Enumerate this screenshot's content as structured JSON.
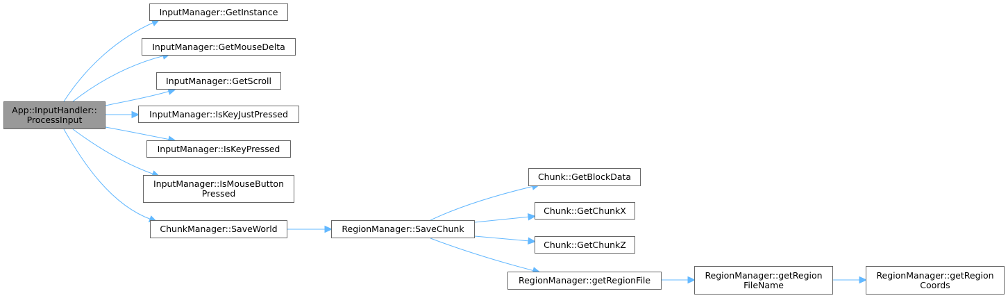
{
  "diagram": {
    "type": "call-graph",
    "edge_color": "#63b8ff",
    "root_fill": "#999999",
    "nodes": [
      {
        "id": "root",
        "label": "App::InputHandler::\nProcessInput"
      },
      {
        "id": "n1",
        "label": "InputManager::GetInstance"
      },
      {
        "id": "n2",
        "label": "InputManager::GetMouseDelta"
      },
      {
        "id": "n3",
        "label": "InputManager::GetScroll"
      },
      {
        "id": "n4",
        "label": "InputManager::IsKeyJustPressed"
      },
      {
        "id": "n5",
        "label": "InputManager::IsKeyPressed"
      },
      {
        "id": "n6",
        "label": "InputManager::IsMouseButton\nPressed"
      },
      {
        "id": "n7",
        "label": "ChunkManager::SaveWorld"
      },
      {
        "id": "n8",
        "label": "RegionManager::SaveChunk"
      },
      {
        "id": "n9",
        "label": "Chunk::GetBlockData"
      },
      {
        "id": "n10",
        "label": "Chunk::GetChunkX"
      },
      {
        "id": "n11",
        "label": "Chunk::GetChunkZ"
      },
      {
        "id": "n12",
        "label": "RegionManager::getRegionFile"
      },
      {
        "id": "n13",
        "label": "RegionManager::getRegion\nFileName"
      },
      {
        "id": "n14",
        "label": "RegionManager::getRegion\nCoords"
      }
    ],
    "edges": [
      [
        "root",
        "n1"
      ],
      [
        "root",
        "n2"
      ],
      [
        "root",
        "n3"
      ],
      [
        "root",
        "n4"
      ],
      [
        "root",
        "n5"
      ],
      [
        "root",
        "n6"
      ],
      [
        "root",
        "n7"
      ],
      [
        "n7",
        "n8"
      ],
      [
        "n8",
        "n9"
      ],
      [
        "n8",
        "n10"
      ],
      [
        "n8",
        "n11"
      ],
      [
        "n8",
        "n12"
      ],
      [
        "n12",
        "n13"
      ],
      [
        "n13",
        "n14"
      ]
    ]
  }
}
